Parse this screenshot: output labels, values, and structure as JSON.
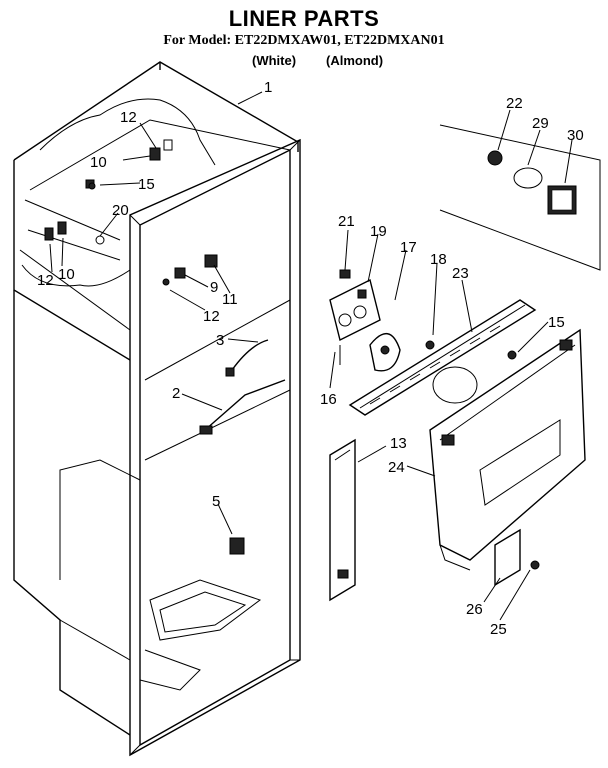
{
  "header": {
    "title": "LINER PARTS",
    "subtitle": "For Model: ET22DMXAW01, ET22DMXAN01",
    "color_white": "(White)",
    "color_almond": "(Almond)"
  },
  "callouts": [
    "1",
    "12",
    "10",
    "15",
    "20",
    "12",
    "10",
    "9",
    "11",
    "12",
    "3",
    "2",
    "5",
    "21",
    "19",
    "17",
    "18",
    "23",
    "16",
    "22",
    "29",
    "30",
    "15",
    "13",
    "24",
    "26",
    "25"
  ]
}
